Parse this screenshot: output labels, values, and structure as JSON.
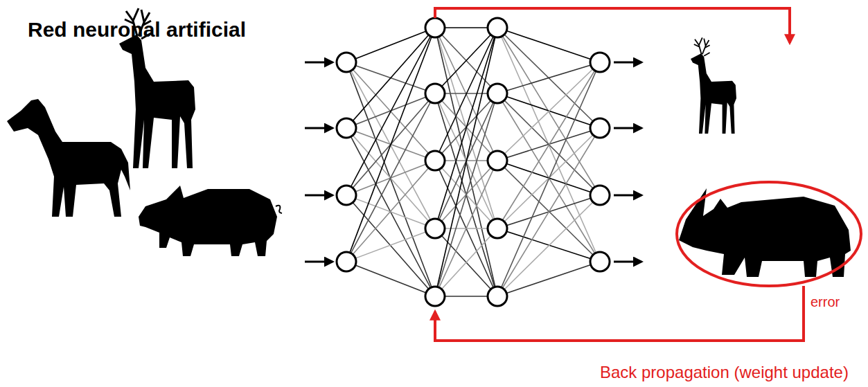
{
  "diagram": {
    "title": "Red neuronal artificial",
    "labels": [
      "error",
      "Back propagation (weight update)"
    ]
  }
}
